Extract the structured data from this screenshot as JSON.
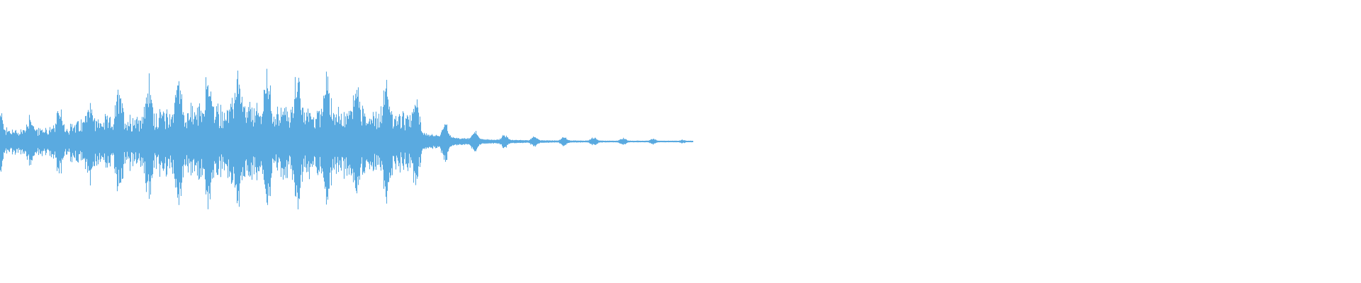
{
  "waveform": {
    "color": "#5aaae0",
    "envelope": [
      [
        0.0,
        0.24
      ],
      [
        0.004,
        0.2
      ],
      [
        0.026,
        0.21
      ],
      [
        0.045,
        0.26
      ],
      [
        0.066,
        0.34
      ],
      [
        0.087,
        0.4
      ],
      [
        0.108,
        0.46
      ],
      [
        0.13,
        0.52
      ],
      [
        0.152,
        0.55
      ],
      [
        0.175,
        0.56
      ],
      [
        0.196,
        0.55
      ],
      [
        0.218,
        0.54
      ],
      [
        0.24,
        0.53
      ],
      [
        0.262,
        0.5
      ],
      [
        0.282,
        0.48
      ],
      [
        0.297,
        0.42
      ],
      [
        0.306,
        0.36
      ],
      [
        0.314,
        0.2
      ],
      [
        0.326,
        0.15
      ],
      [
        0.338,
        0.1
      ],
      [
        0.352,
        0.07
      ],
      [
        0.37,
        0.05
      ],
      [
        0.39,
        0.04
      ],
      [
        0.41,
        0.032
      ],
      [
        0.44,
        0.028
      ],
      [
        0.47,
        0.022
      ],
      [
        0.49,
        0.018
      ],
      [
        0.506,
        0.01
      ],
      [
        0.508,
        0.0
      ],
      [
        1.0,
        0.0
      ]
    ],
    "beat_fraction": 0.0218,
    "beat_phase": 0.0
  }
}
